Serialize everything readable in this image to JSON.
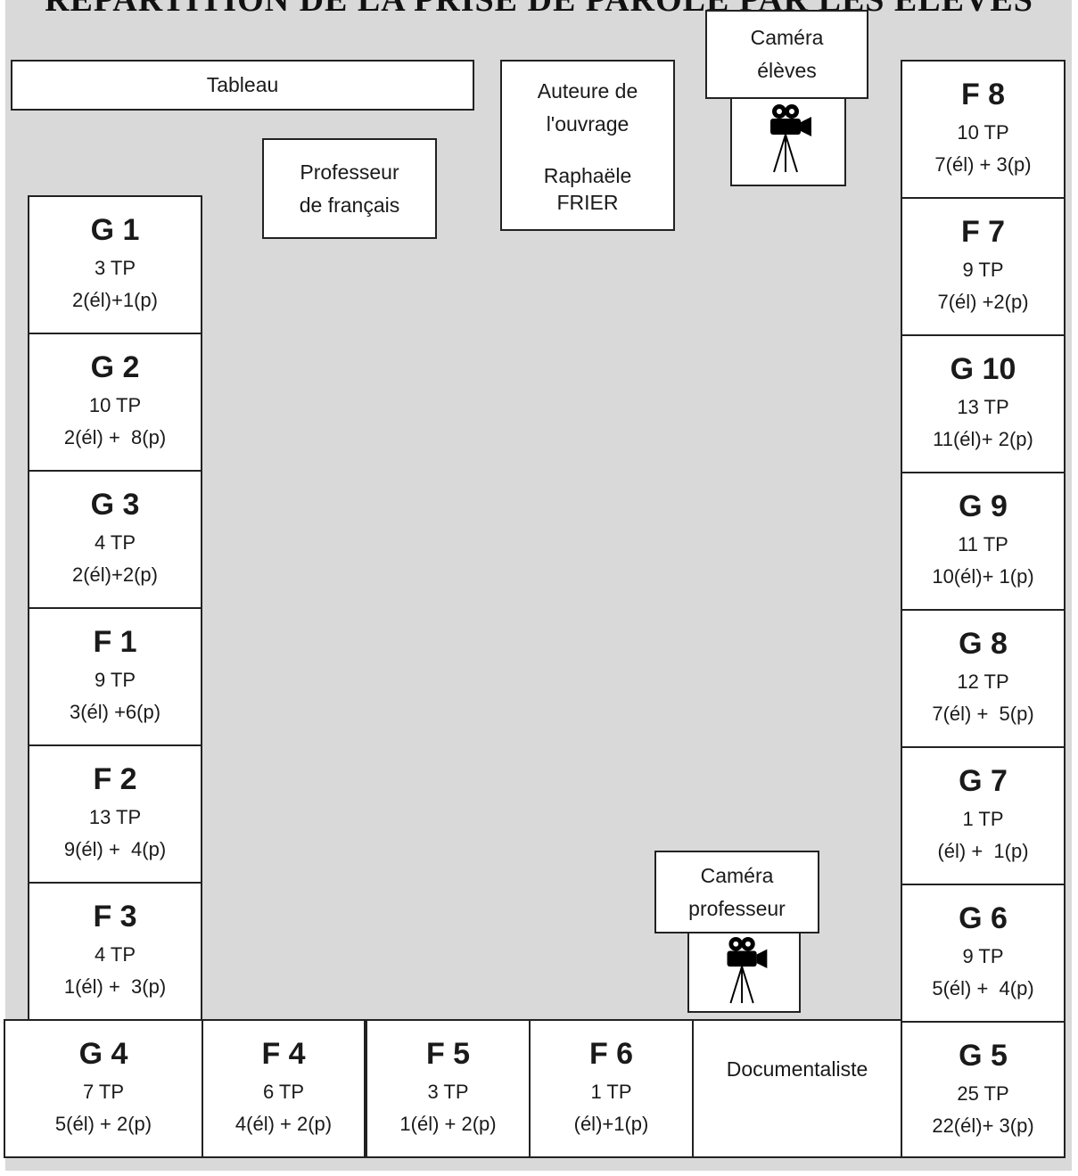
{
  "title": "RÉPARTITION DE LA PRISE DE PAROLE PAR LES ÉLÈVES",
  "tableau": "Tableau",
  "professeur": {
    "line1": "Professeur",
    "line2": "de français"
  },
  "auteur": {
    "line1": "Auteure de",
    "line2": "l'ouvrage",
    "line3": "Raphaële",
    "line4": "FRIER"
  },
  "camera_eleves": {
    "line1": "Caméra",
    "line2": "élèves",
    "icon": "movie-camera-icon"
  },
  "camera_prof": {
    "line1": "Caméra",
    "line2": "professeur",
    "icon": "movie-camera-icon"
  },
  "documentaliste": "Documentaliste",
  "left_column": [
    {
      "name": "G 1",
      "tp": "3 TP",
      "split": "2(él)+1(p)"
    },
    {
      "name": "G 2",
      "tp": "10 TP",
      "split": "2(él) +  8(p)"
    },
    {
      "name": "G 3",
      "tp": "4 TP",
      "split": "2(él)+2(p)"
    },
    {
      "name": "F 1",
      "tp": "9 TP",
      "split": "3(él) +6(p)"
    },
    {
      "name": "F 2",
      "tp": "13 TP",
      "split": "9(él) +  4(p)"
    },
    {
      "name": "F 3",
      "tp": "4 TP",
      "split": "1(él) +  3(p)"
    }
  ],
  "bottom_row": [
    {
      "name": "G 4",
      "tp": "7 TP",
      "split": "5(él) + 2(p)"
    },
    {
      "name": "F 4",
      "tp": "6 TP",
      "split": "4(él) + 2(p)"
    },
    {
      "name": "F 5",
      "tp": "3 TP",
      "split": "1(él) + 2(p)"
    },
    {
      "name": "F 6",
      "tp": "1 TP",
      "split": "(él)+1(p)"
    }
  ],
  "right_column": [
    {
      "name": "F 8",
      "tp": "10 TP",
      "split": "7(él) + 3(p)"
    },
    {
      "name": "F 7",
      "tp": "9 TP",
      "split": "7(él) +2(p)"
    },
    {
      "name": "G 10",
      "tp": "13 TP",
      "split": "11(él)+ 2(p)"
    },
    {
      "name": "G 9",
      "tp": "11 TP",
      "split": "10(él)+ 1(p)"
    },
    {
      "name": "G 8",
      "tp": "12 TP",
      "split": "7(él) +  5(p)"
    },
    {
      "name": "G 7",
      "tp": "1 TP",
      "split": "(él) +  1(p)"
    },
    {
      "name": "G 6",
      "tp": "9 TP",
      "split": "5(él) +  4(p)"
    },
    {
      "name": "G 5",
      "tp": "25 TP",
      "split": "22(él)+ 3(p)"
    }
  ]
}
